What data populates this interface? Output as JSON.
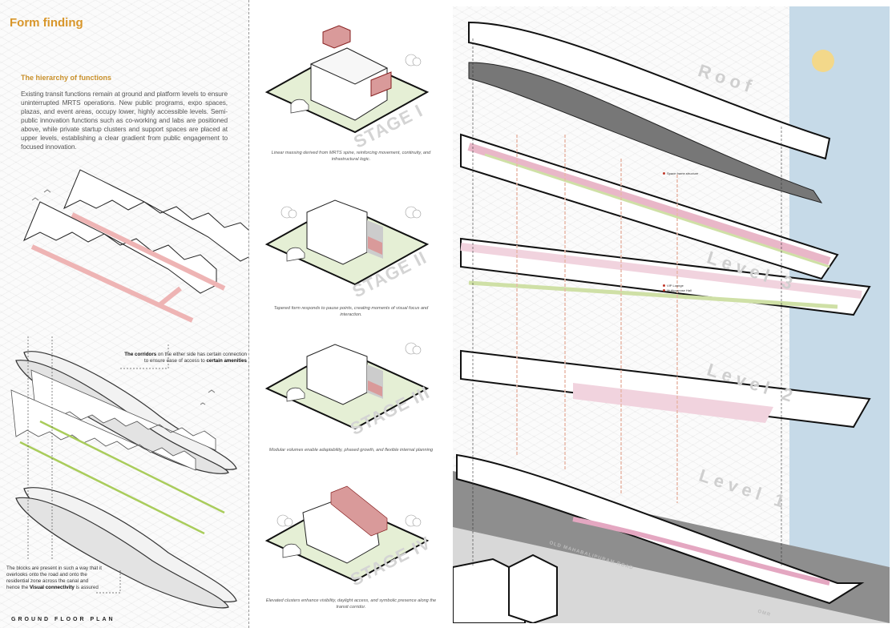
{
  "left_panel": {
    "title": "Form finding",
    "subtitle": "The hierarchy of functions",
    "body": "Existing transit functions remain at ground and platform levels to ensure uninterrupted MRTS operations. New public programs, expo spaces, plazas, and event areas, occupy lower, highly accessible levels. Semi-public innovation functions such as co-working and labs are positioned above, while private startup clusters and support spaces are placed at upper levels, establishing a clear gradient from public engagement to focused innovation.",
    "note_corridors": {
      "bold1": "The corridors",
      "text1": " on the either side has certain connection to ensure ease of access to ",
      "bold2": "certain amenities"
    },
    "note_blocks": {
      "text1": "The blocks are present in such a way that it overlooks onto the road and onto the residential zone across the canal and hence the ",
      "bold": "Visual connectivity",
      "text2": " is assured"
    },
    "footer": "GROUND FLOOR PLAN"
  },
  "stages": [
    {
      "label": "STAGE I",
      "caption": "Linear massing derived from MRTS spine, reinforcing movement, continuity, and infrastructural logic."
    },
    {
      "label": "STAGE II",
      "caption": "Tapered form responds to pause points, creating moments of visual focus and interaction."
    },
    {
      "label": "STAGE III",
      "caption": "Modular volumes enable adaptability, phased growth, and flexible internal planning"
    },
    {
      "label": "STAGE IV",
      "caption": "Elevated clusters enhance visibility, daylight access, and symbolic presence along the transit corridor."
    }
  ],
  "exploded_view": {
    "levels": [
      "Roof",
      "Level 3",
      "Level 2",
      "Level 1"
    ],
    "tags": [
      "Space frame structure",
      "VIP Lounge",
      "Multipurpose Hall"
    ],
    "road_label": "OLD MAHABALIPURAM ROAD",
    "road_label_2": "OMR"
  },
  "colors": {
    "accent": "#d8962a",
    "program_pink": "#e9b7c8",
    "green": "#cfe0a6",
    "sky": "#c6dae8",
    "sun": "#f3d88a",
    "massing_red": "#d99a9a"
  }
}
